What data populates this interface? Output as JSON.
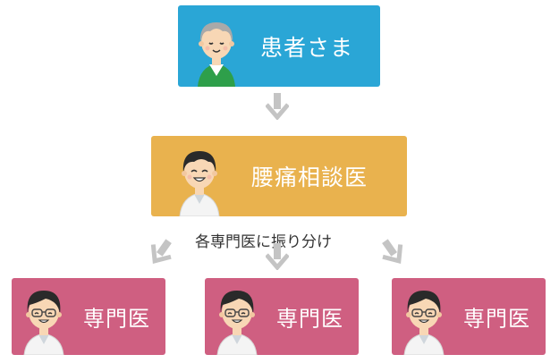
{
  "nodes": {
    "patient": {
      "label": "患者さま"
    },
    "consultant": {
      "label": "腰痛相談医"
    },
    "caption": "各専門医に振り分け",
    "specialists": [
      {
        "label": "専門医"
      },
      {
        "label": "専門医"
      },
      {
        "label": "専門医"
      }
    ]
  },
  "colors": {
    "patient_box": "#2aa6d6",
    "consultant_box": "#e9b24e",
    "specialist_box": "#cf5f81",
    "arrow": "#c4c4c4",
    "caption_text": "#333333"
  },
  "icons": {
    "patient_avatar": "elderly-person-icon",
    "consultant_avatar": "doctor-icon",
    "specialist_avatar": "doctor-with-glasses-icon",
    "arrow": "down-arrow-icon"
  }
}
